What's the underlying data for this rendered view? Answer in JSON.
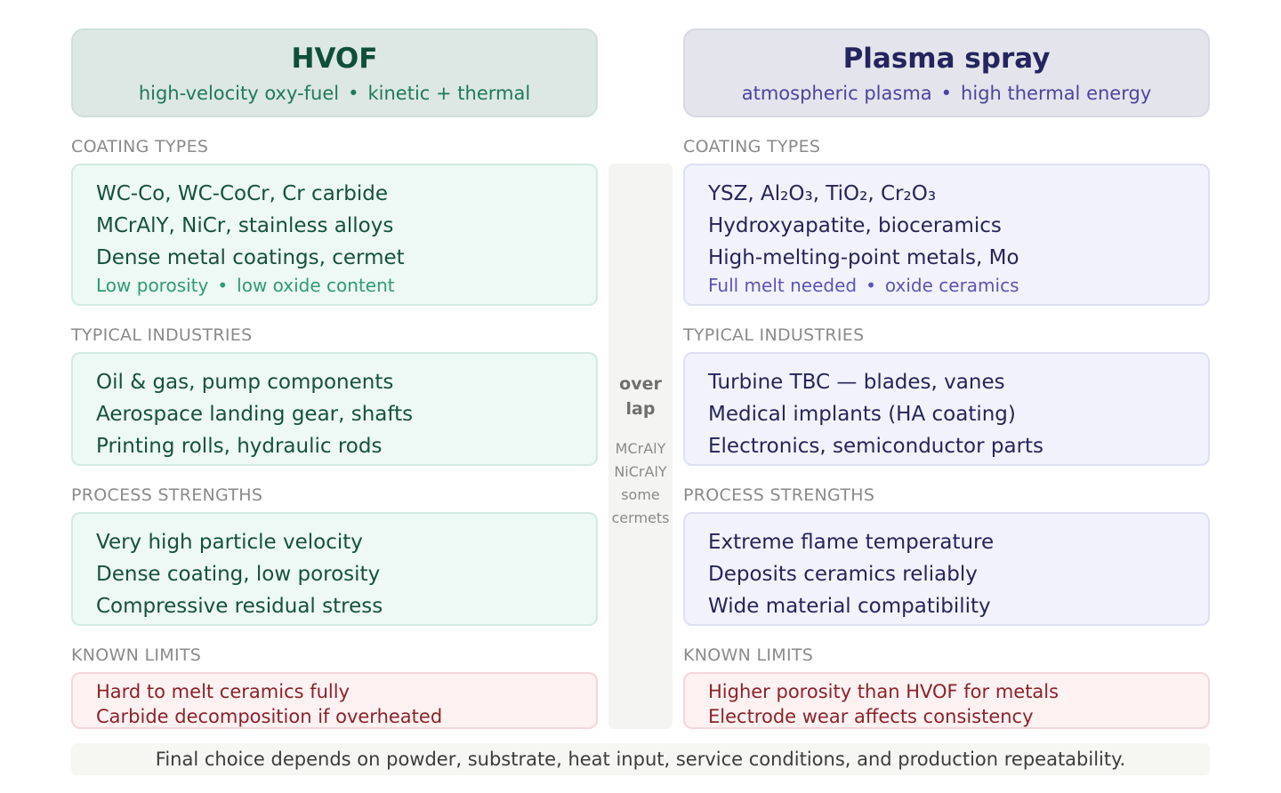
{
  "hvof": {
    "title": "HVOF",
    "subtitle_a": "high-velocity oxy-fuel",
    "subtitle_b": "kinetic + thermal",
    "coating_label": "COATING TYPES",
    "coating_lines": [
      "WC-Co, WC-CoCr, Cr carbide",
      "MCrAlY, NiCr, stainless alloys",
      "Dense metal coatings, cermet"
    ],
    "coating_note_a": "Low porosity",
    "coating_note_b": "low oxide content",
    "industries_label": "TYPICAL INDUSTRIES",
    "industries_lines": [
      "Oil & gas, pump components",
      "Aerospace landing gear, shafts",
      "Printing rolls, hydraulic rods"
    ],
    "strengths_label": "PROCESS STRENGTHS",
    "strengths_lines": [
      "Very high particle velocity",
      "Dense coating, low porosity",
      "Compressive residual stress"
    ],
    "limits_label": "KNOWN LIMITS",
    "limits_lines": [
      "Hard to melt ceramics fully",
      "Carbide decomposition if overheated"
    ]
  },
  "plasma": {
    "title": "Plasma spray",
    "subtitle_a": "atmospheric plasma",
    "subtitle_b": "high thermal energy",
    "coating_label": "COATING TYPES",
    "coating_lines": [
      "YSZ, Al₂O₃, TiO₂, Cr₂O₃",
      "Hydroxyapatite, bioceramics",
      "High-melting-point metals, Mo"
    ],
    "coating_note_a": "Full melt needed",
    "coating_note_b": "oxide ceramics",
    "industries_label": "TYPICAL INDUSTRIES",
    "industries_lines": [
      "Turbine TBC — blades, vanes",
      "Medical implants (HA coating)",
      "Electronics, semiconductor parts"
    ],
    "strengths_label": "PROCESS STRENGTHS",
    "strengths_lines": [
      "Extreme flame temperature",
      "Deposits ceramics reliably",
      "Wide material compatibility"
    ],
    "limits_label": "KNOWN LIMITS",
    "limits_lines": [
      "Higher porosity than HVOF for metals",
      "Electrode wear affects consistency"
    ]
  },
  "separator_dot": "•",
  "overlap": {
    "title_a": "over",
    "title_b": "lap",
    "materials": [
      "MCrAlY",
      "NiCrAlY",
      "some",
      "cermets"
    ]
  },
  "footer": "Final choice depends on powder, substrate, heat input, service conditions, and production repeatability.",
  "colors": {
    "hvof_accent": "#0f4f3a",
    "plasma_accent": "#24245e",
    "limits_text": "#8a2328"
  }
}
